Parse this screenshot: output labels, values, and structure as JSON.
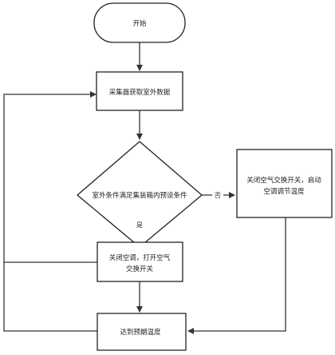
{
  "nodes": {
    "start": "开始",
    "collect": "采集器获取室外数据",
    "decision": "室外条件满足集装箱内预设条件",
    "no_action": [
      "关闭空气交换开关，启动",
      "空调调节温度"
    ],
    "yes_action": [
      "关闭空调，打开空气",
      "交换开关"
    ],
    "end": "达到预期温度"
  },
  "edges": {
    "no_label": "否",
    "yes_label": "是"
  }
}
